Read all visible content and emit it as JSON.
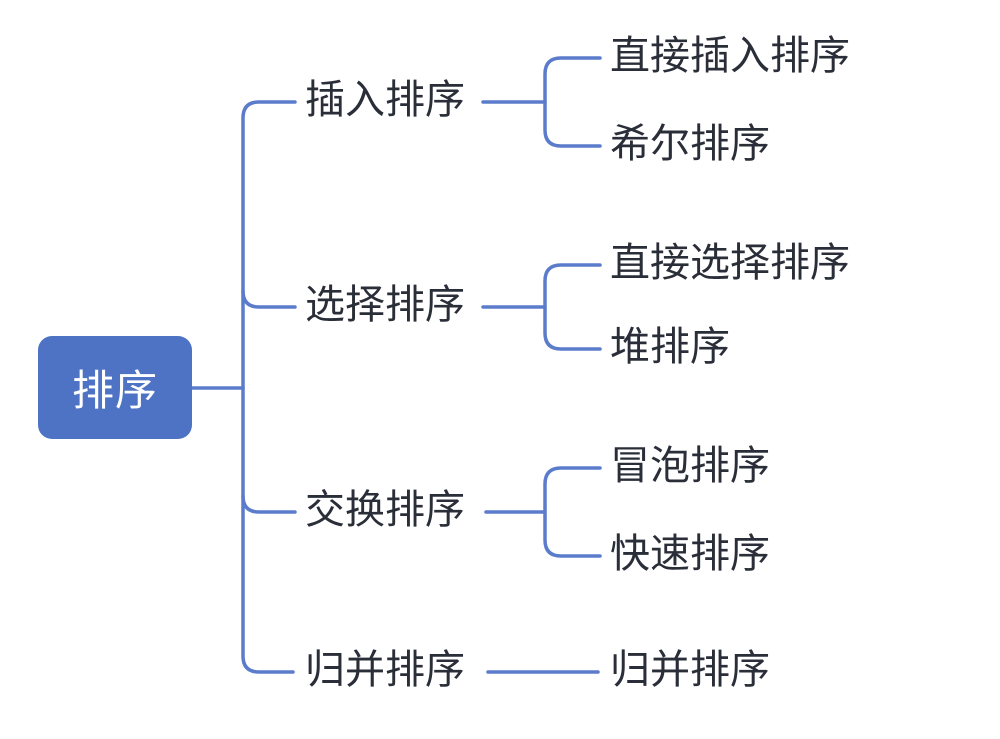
{
  "root": {
    "label": "排序"
  },
  "branches": [
    {
      "label": "插入排序",
      "children": [
        {
          "label": "直接插入排序"
        },
        {
          "label": "希尔排序"
        }
      ]
    },
    {
      "label": "选择排序",
      "children": [
        {
          "label": "直接选择排序"
        },
        {
          "label": "堆排序"
        }
      ]
    },
    {
      "label": "交换排序",
      "children": [
        {
          "label": "冒泡排序"
        },
        {
          "label": "快速排序"
        }
      ]
    },
    {
      "label": "归并排序",
      "children": [
        {
          "label": "归并排序"
        }
      ]
    }
  ],
  "colors": {
    "line": "#5b7ccb",
    "node_fill": "#4e73c4",
    "text": "#2a2e38",
    "root_text": "#ffffff",
    "background": "#ffffff"
  }
}
